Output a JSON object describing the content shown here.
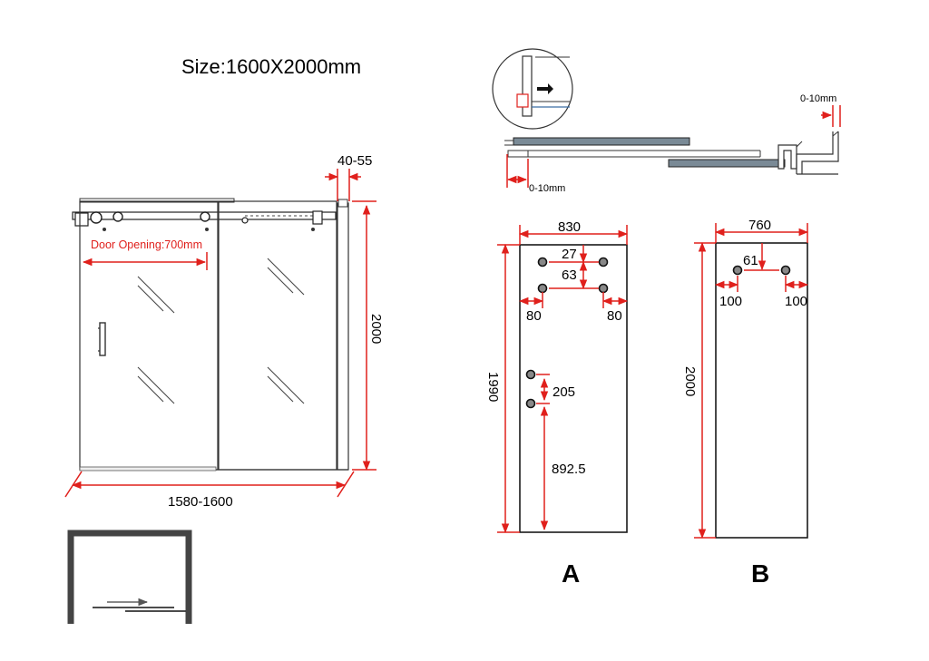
{
  "title": "Size:1600X2000mm",
  "front_view": {
    "door_opening": "Door Opening:700mm",
    "width": "1580-1600",
    "height": "2000",
    "wall_adjust": "40-55"
  },
  "top_view": {
    "adjust_right": "0-10mm",
    "adjust_left": "0-10mm"
  },
  "panel_a": {
    "label": "A",
    "width": "830",
    "height": "1990",
    "hole_top_offset": "27",
    "hole_spacing": "63",
    "edge_left": "80",
    "edge_right": "80",
    "handle_spacing": "205",
    "handle_from_bottom": "892.5"
  },
  "panel_b": {
    "label": "B",
    "width": "760",
    "height": "2000",
    "hole_top_offset": "61",
    "edge_left": "100",
    "edge_right": "100"
  },
  "colors": {
    "dimension": "#e0201c",
    "line": "#1a1a1a",
    "glass_fill": "#7a8a96"
  }
}
